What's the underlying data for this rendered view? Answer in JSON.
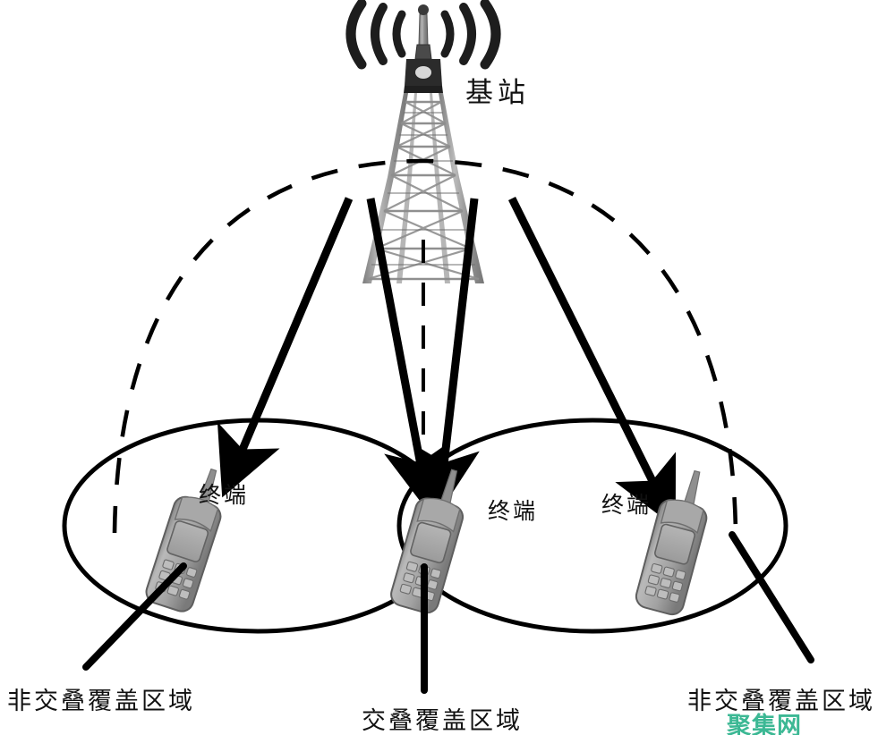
{
  "diagram": {
    "title_alt": "基站覆盖区域示意图",
    "background_color": "#ffffff",
    "stroke_color": "#000000",
    "phone_body_color": "#9a9a9a",
    "phone_light_color": "#c9c9c9",
    "tower_color": "#8a8a8a"
  },
  "labels": {
    "base_station": "基站",
    "terminal_left": "终端",
    "terminal_center": "终端",
    "terminal_right": "终端",
    "non_overlap_left": "非交叠覆盖区域",
    "overlap_center": "交叠覆盖区域",
    "non_overlap_right": "非交叠覆盖区域"
  },
  "watermark": {
    "text": "聚集网",
    "color": "#3cb894"
  },
  "icons": {
    "tower": "cell-tower-icon",
    "signal_waves": "signal-waves-icon",
    "phone": "mobile-phone-icon",
    "arrow": "downlink-arrow-icon"
  },
  "elements": {
    "coverage_ellipse_left": "left coverage ellipse",
    "coverage_ellipse_right": "right coverage ellipse",
    "coverage_dome_dashed": "dashed coverage dome",
    "overlap_region": "lens shaped overlap region",
    "downlink_arrows_count": 4
  }
}
